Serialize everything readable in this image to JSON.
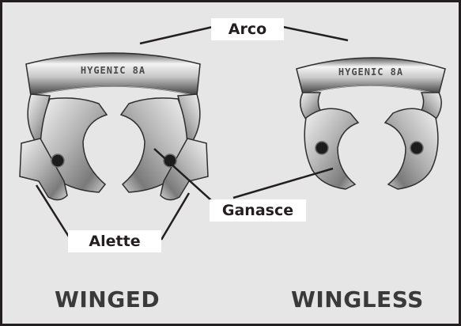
{
  "labels": {
    "arch": "Arco",
    "jaws": "Ganasce",
    "wings": "Alette"
  },
  "clamp_engraving": {
    "winged": "HYGENIC 8A",
    "wingless": "HYGENIC 8A"
  },
  "captions": {
    "winged": "WINGED",
    "wingless": "WINGLESS"
  },
  "colors": {
    "background": "#e6e6e6",
    "border": "#231f20",
    "label_bg": "#ffffff",
    "text": "#231f20",
    "metal_light": "#f2f2f2",
    "metal_mid": "#a9a9a9",
    "metal_dark": "#4a4a4a"
  }
}
